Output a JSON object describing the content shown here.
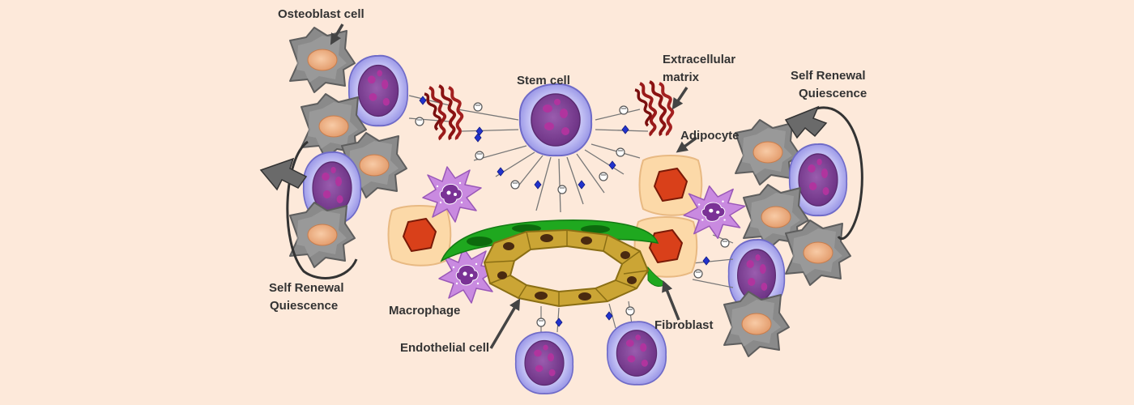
{
  "labels": {
    "osteoblast": "Osteoblast cell",
    "stem_cell": "Stem cell",
    "ecm_line1": "Extracellular",
    "ecm_line2": "matrix",
    "adipocyte": "Adipocyte",
    "self_renewal_right_1": "Self Renewal",
    "self_renewal_right_2": "Quiescence",
    "self_renewal_left_1": "Self Renewal",
    "self_renewal_left_2": "Quiescence",
    "macrophage": "Macrophage",
    "endothelial": "Endothelial cell",
    "fibroblast": "Fibroblast"
  },
  "colors": {
    "background": "#fde9da",
    "stem_membrane": "#b8b6f0",
    "nucleus": "#8a4a9c",
    "osteoblast_body": "#858585",
    "osteoblast_nucleus": "#f0b48a",
    "adipocyte_body": "#fcd9a8",
    "adipocyte_droplet": "#d9401a",
    "macrophage": "#c98ae0",
    "endothelial": "#cba535",
    "fibroblast": "#1fa81f",
    "ecm_fiber": "#9a1a1a",
    "receptor": "#2233cc"
  }
}
